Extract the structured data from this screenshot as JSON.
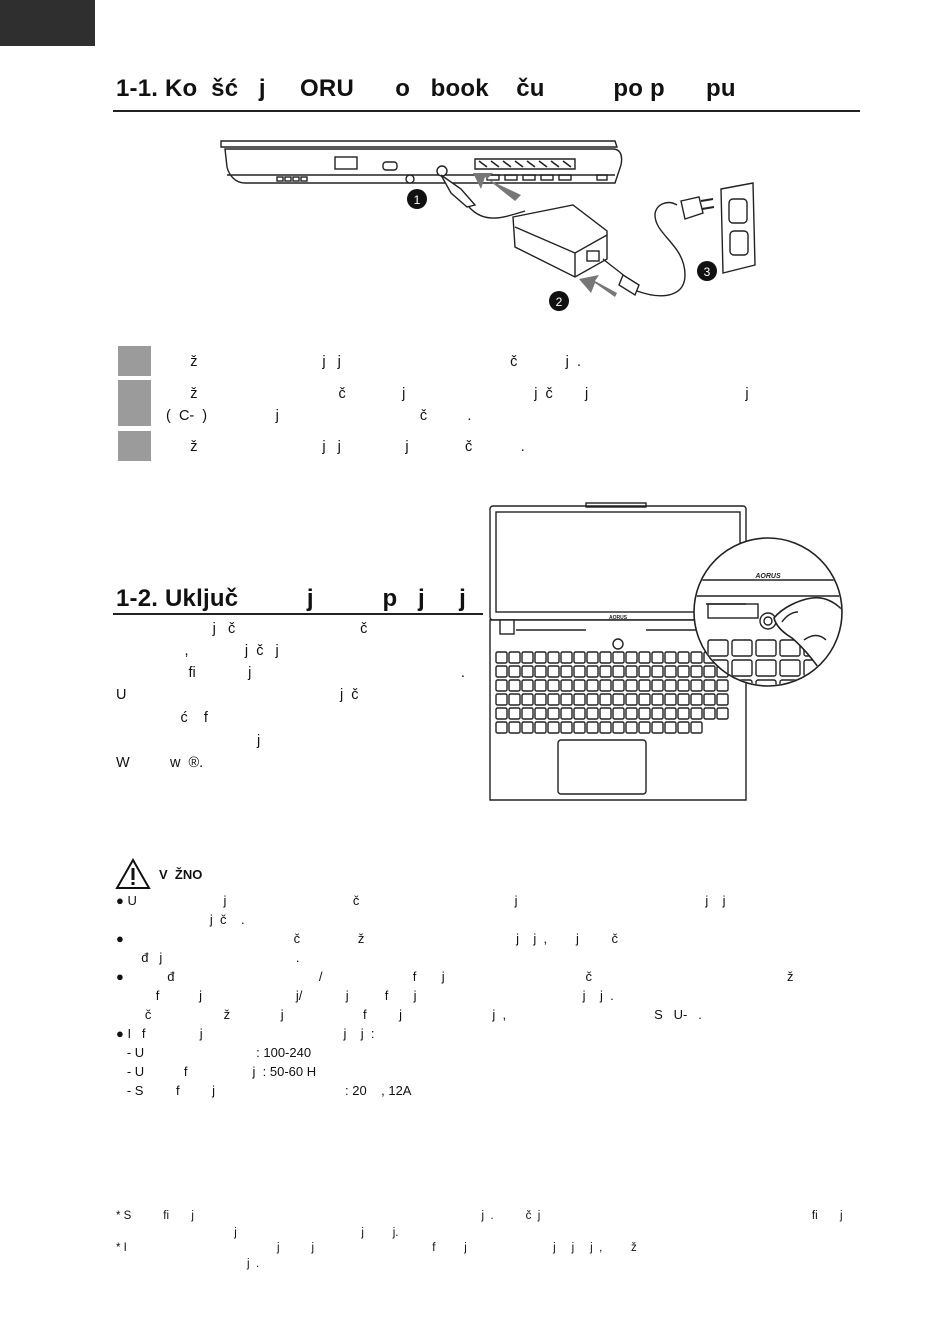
{
  "section1": {
    "title": "1-1. Ko  šć   j     ORU      o   book    ču          po p      pu"
  },
  "diagram_labels": {
    "step1": "1",
    "step2": "2",
    "step3": "3"
  },
  "steps": [
    "        ž                               j   j                                          č            j  .",
    "        ž                                   č              j                                j  č        j                                       j",
    "  (  C-  )                 j                                   č          .",
    "        ž                               j   j                j              č            ."
  ],
  "section2": {
    "title": "1-2. Uključ          j          p   j     j",
    "lines": [
      "                        j   č                               č",
      "                 ,              j  č   j",
      "                  fi             j                                                    .",
      "U                                                     j  č",
      "                ć    f",
      "                                   j",
      "W          w  ®."
    ]
  },
  "warning": {
    "label": "V  ŽNO",
    "lines": [
      "● U                        j                                   č                                           j                                                    j    j",
      "                          j  č    .",
      "●                                               č                ž                                          j    j  ,        j         č",
      "       đ   j                                     .",
      "●            đ                                        /                         f       j                                       č                                                      ž",
      "           f           j                          j/            j          f       j                                              j    j  .",
      "        č                    ž              j                      f         j                         j  ,                                         S   U-   .",
      "● I   f               j                                       j    j  :",
      "   - U                               : 100-240",
      "   - U           f                  j  : 50-60 H",
      "   - S         f         j                                    : 20    , 12A"
    ]
  },
  "footnotes": [
    "* S          fi       j                                                                                          j  .          č  j                                                                                     fi       j",
    "                                     j                                       j         j.",
    "* I                                               j          j                                     f         j                           j     j     j  ,         ž",
    "                                         j  ."
  ],
  "brand": "AORUS"
}
